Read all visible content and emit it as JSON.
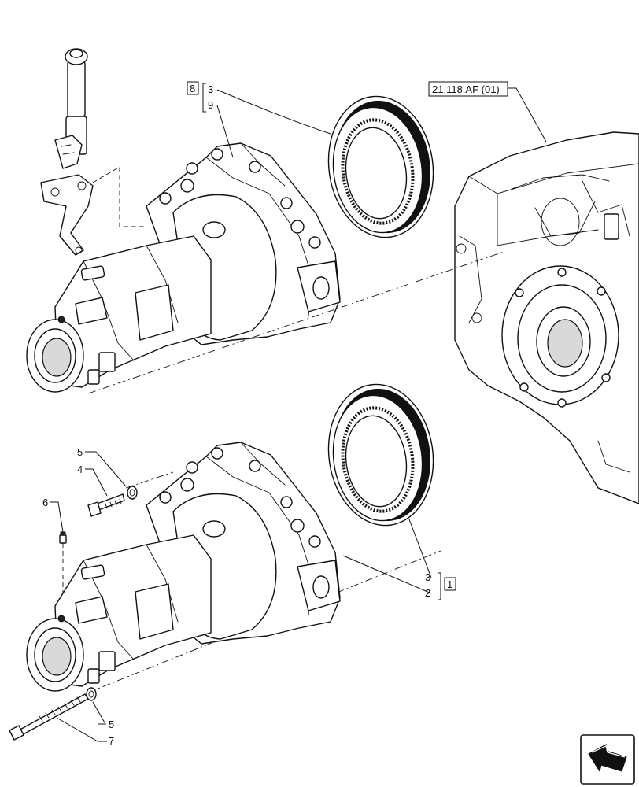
{
  "diagram": {
    "reference_label": "21.118.AF (01)",
    "callouts": {
      "upper_box": "8",
      "upper_top": "3",
      "upper_bottom": "9",
      "lower_box": "1",
      "lower_top": "3",
      "lower_bottom": "2",
      "washer_upper": "5",
      "bolt_short": "4",
      "plug": "6",
      "washer_lower": "5",
      "bolt_long": "7"
    },
    "icons": [
      "navigation-arrow-icon"
    ]
  }
}
